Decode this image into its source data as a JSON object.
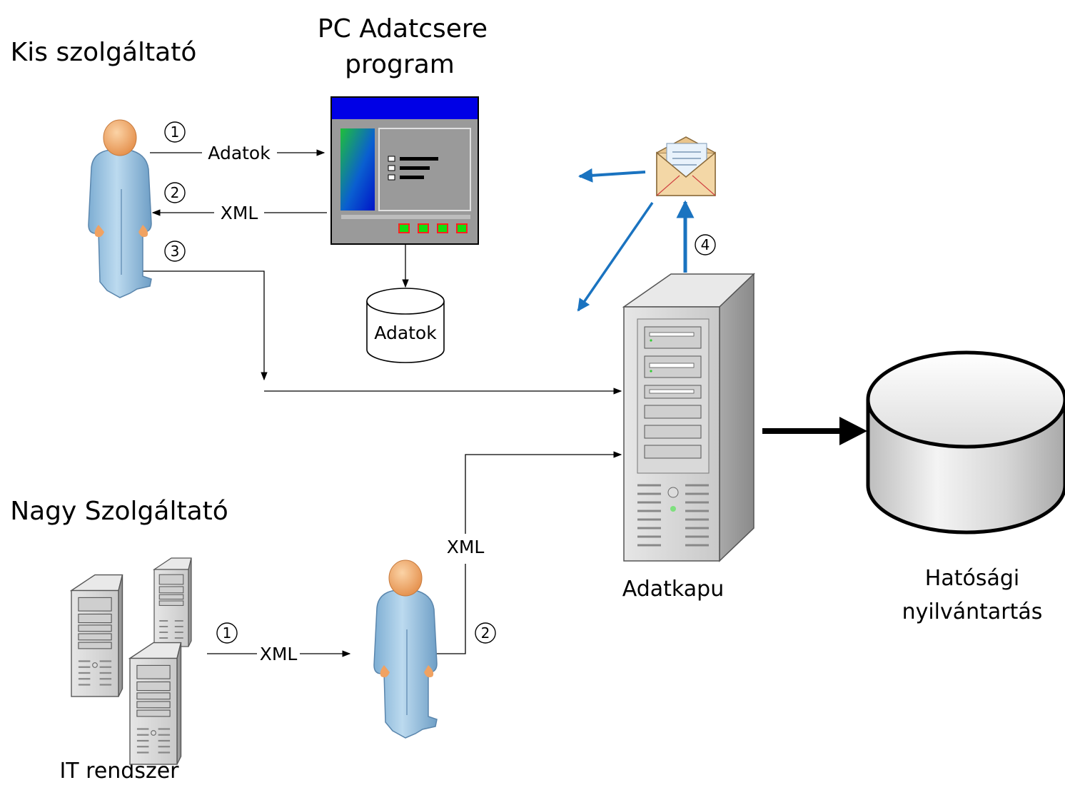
{
  "labels": {
    "small_provider": "Kis szolgáltató",
    "program_line1": "PC Adatcsere",
    "program_line2": "program",
    "large_provider": "Nagy Szolgáltató",
    "it_system": "IT rendszer",
    "gateway": "Adatkapu",
    "registry_line1": "Hatósági",
    "registry_line2": "nyilvántartás",
    "local_db": "Adatok"
  },
  "edges": {
    "data_to_program": "Adatok",
    "xml_from_program": "XML",
    "xml_from_it": "XML",
    "xml_to_gateway": "XML"
  },
  "steps": {
    "s1_small": "1",
    "s2_small": "2",
    "s3_small": "3",
    "s4_gateway": "4",
    "s1_large": "1",
    "s2_large": "2"
  },
  "colors": {
    "arrow_blue": "#1a73c0",
    "person_body": "#9cc4e0",
    "person_head": "#f3b177",
    "program_titlebar": "#0000e6",
    "server_gray": "#c8c8c8"
  }
}
